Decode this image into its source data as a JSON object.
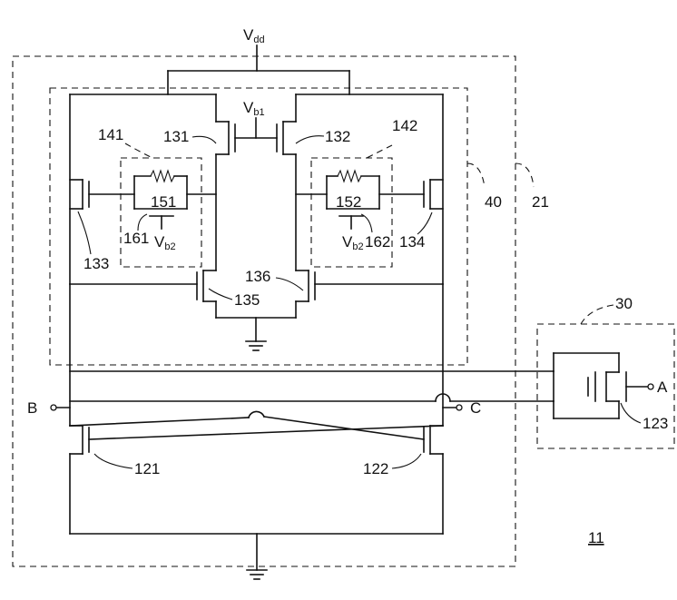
{
  "supply": {
    "main": "V",
    "sub": "dd"
  },
  "bias1": {
    "main": "V",
    "sub": "b1"
  },
  "bias2": {
    "main": "V",
    "sub": "b2"
  },
  "blocks": {
    "outer": "21",
    "inner": "40",
    "side": "30",
    "sub_left": "141",
    "sub_right": "142"
  },
  "figure_ref": "11",
  "transistors": {
    "t131": "131",
    "t132": "132",
    "t133": "133",
    "t134": "134",
    "t135": "135",
    "t136": "136",
    "t121": "121",
    "t122": "122",
    "t123": "123"
  },
  "resistors": {
    "r151": "151",
    "r152": "152"
  },
  "caps": {
    "c161": "161",
    "c162": "162"
  },
  "terminals": {
    "a": "A",
    "b": "B",
    "c": "C"
  }
}
